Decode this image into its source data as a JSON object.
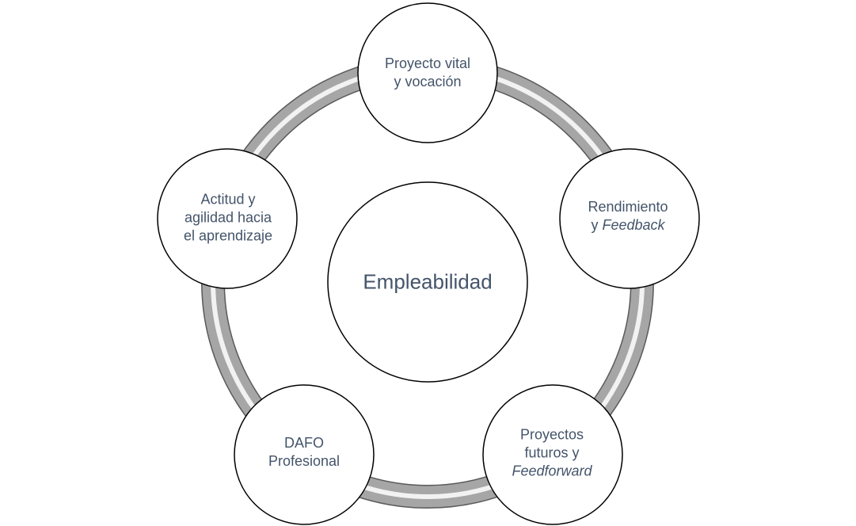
{
  "diagram": {
    "center": {
      "label": "Empleabilidad"
    },
    "nodes": [
      {
        "id": "proyecto-vital",
        "lines": [
          [
            {
              "t": "Proyecto vital",
              "i": false
            }
          ],
          [
            {
              "t": "y vocación",
              "i": false
            }
          ]
        ]
      },
      {
        "id": "rendimiento",
        "lines": [
          [
            {
              "t": "Rendimiento",
              "i": false
            }
          ],
          [
            {
              "t": "y ",
              "i": false
            },
            {
              "t": "Feedback",
              "i": true
            }
          ]
        ]
      },
      {
        "id": "proyectos-futuros",
        "lines": [
          [
            {
              "t": "Proyectos",
              "i": false
            }
          ],
          [
            {
              "t": "futuros y",
              "i": false
            }
          ],
          [
            {
              "t": "Feedforward",
              "i": true
            }
          ]
        ]
      },
      {
        "id": "dafo",
        "lines": [
          [
            {
              "t": "DAFO",
              "i": false
            }
          ],
          [
            {
              "t": "Profesional",
              "i": false
            }
          ]
        ]
      },
      {
        "id": "actitud",
        "lines": [
          [
            {
              "t": "Actitud y",
              "i": false
            }
          ],
          [
            {
              "t": "agilidad hacia",
              "i": false
            }
          ],
          [
            {
              "t": "el aprendizaje",
              "i": false
            }
          ]
        ]
      }
    ],
    "colors": {
      "ring": "#a6a6a6",
      "ring_highlight": "#f2f2f2",
      "ring_edge": "#5a5a5a",
      "circle_stroke": "#000000",
      "text": "#44546a"
    }
  }
}
